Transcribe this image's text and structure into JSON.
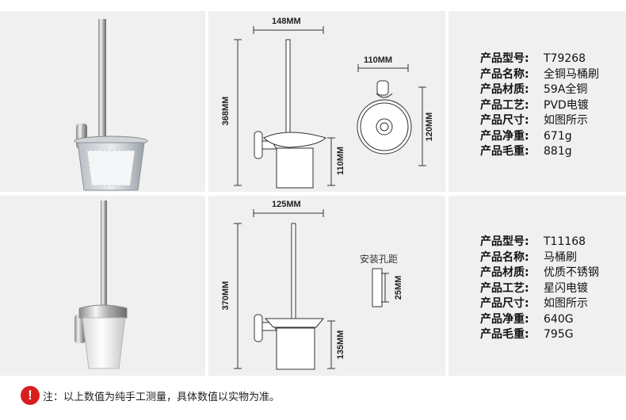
{
  "products": [
    {
      "dims": {
        "width": "148MM",
        "height": "368MM",
        "cup_height": "110MM",
        "base_width": "110MM",
        "base_height": "120MM"
      },
      "specs": [
        {
          "label": "产品型号:",
          "value": "T79268"
        },
        {
          "label": "产品名称:",
          "value": "全铜马桶刷"
        },
        {
          "label": "产品材质:",
          "value": "59A全铜"
        },
        {
          "label": "产品工艺:",
          "value": "PVD电镀"
        },
        {
          "label": "产品尺寸:",
          "value": "如图所示"
        },
        {
          "label": "产品净重:",
          "value": "671g"
        },
        {
          "label": "产品毛重:",
          "value": "881g"
        }
      ]
    },
    {
      "dims": {
        "width": "125MM",
        "height": "370MM",
        "cup_height": "135MM",
        "hole_distance": "25MM"
      },
      "hole_label": "安装孔距",
      "specs": [
        {
          "label": "产品型号:",
          "value": "T11168"
        },
        {
          "label": "产品名称:",
          "value": "马桶刷"
        },
        {
          "label": "产品材质:",
          "value": "优质不锈钢"
        },
        {
          "label": "产品工艺:",
          "value": "星闪电镀"
        },
        {
          "label": "产品尺寸:",
          "value": "如图所示"
        },
        {
          "label": "产品净重:",
          "value": "640G"
        },
        {
          "label": "产品毛重:",
          "value": "795G"
        }
      ]
    }
  ],
  "note": {
    "icon": "!",
    "text": "注：以上数值为纯手工测量，具体数值以实物为准。"
  },
  "colors": {
    "warning": "#d81e1e",
    "cell_bg": "#f0f0f0"
  }
}
